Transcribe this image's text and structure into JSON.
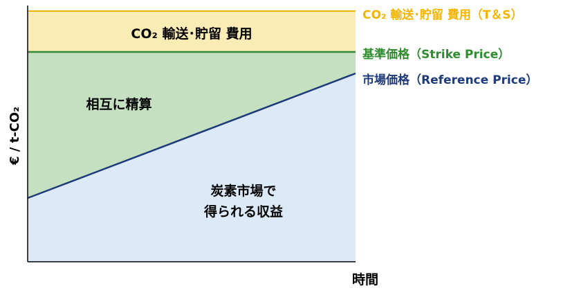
{
  "chart_data": {
    "type": "area",
    "title": "",
    "xlabel": "時間",
    "ylabel": "€ / t-CO₂",
    "bands": {
      "ts_cost_label": "CO₂ 輸送･貯留 費用",
      "mutual_settlement_label": "相互に精算",
      "carbon_market_revenue_label": "炭素市場で\n得られる収益"
    },
    "lines": [
      {
        "name": "CO₂ 輸送･貯留 費用（T＆S）",
        "color": "#f5b400"
      },
      {
        "name": "基準価格（Strike Price）",
        "color": "#2e8b2e"
      },
      {
        "name": "市場価格（Reference Price）",
        "color": "#1f3a7a"
      }
    ],
    "colors": {
      "ts_band": "#fbebb5",
      "settlement_band": "#c4e0c0",
      "market_band": "#dce9f7",
      "axis": "#000000"
    }
  }
}
